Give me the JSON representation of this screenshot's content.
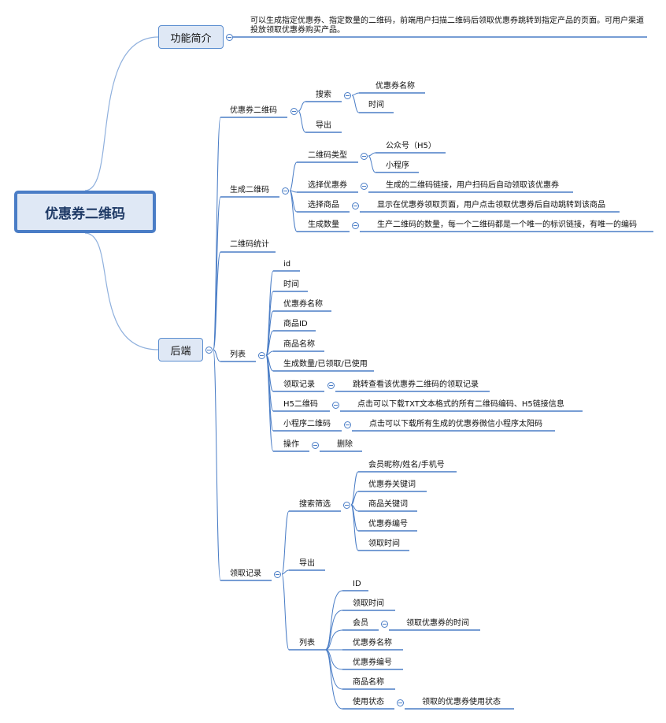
{
  "root": {
    "label": "优惠券二维码"
  },
  "intro": {
    "label": "功能简介",
    "text": "可以生成指定优惠券、指定数量的二维码，前端用户扫描二维码后领取优惠券跳转到指定产品的页面。可用户渠道投放领取优惠券购买产品。"
  },
  "backend": {
    "label": "后端",
    "coupon_qr": {
      "label": "优惠券二维码",
      "search": {
        "label": "搜索",
        "items": [
          "优惠券名称",
          "时间"
        ]
      },
      "export": "导出"
    },
    "generate": {
      "label": "生成二维码",
      "qr_type": {
        "label": "二维码类型",
        "items": [
          "公众号（H5）",
          "小程序"
        ]
      },
      "select_coupon": {
        "label": "选择优惠券",
        "note": "生成的二维码链接，用户扫码后自动领取该优惠券"
      },
      "select_product": {
        "label": "选择商品",
        "note": "显示在优惠券领取页面，用户点击领取优惠券后自动跳转到该商品"
      },
      "gen_count": {
        "label": "生成数量",
        "note": "生产二维码的数量，每一个二维码都是一个唯一的标识链接，有唯一的编码"
      }
    },
    "stats": {
      "label": "二维码统计"
    },
    "list": {
      "label": "列表",
      "items": [
        "id",
        "时间",
        "优惠券名称",
        "商品ID",
        "商品名称",
        "生成数量/已领取/已使用"
      ],
      "claim_record": {
        "label": "领取记录",
        "note": "跳转查看该优惠券二维码的领取记录"
      },
      "h5_qr": {
        "label": "H5二维码",
        "note": "点击可以下载TXT文本格式的所有二维码编码、H5链接信息"
      },
      "mini_qr": {
        "label": "小程序二维码",
        "note": "点击可以下载所有生成的优惠券微信小程序太阳码"
      },
      "action": {
        "label": "操作",
        "note": "删除"
      }
    },
    "claims": {
      "label": "领取记录",
      "filter": {
        "label": "搜索筛选",
        "items": [
          "会员昵称/姓名/手机号",
          "优惠券关键词",
          "商品关键词",
          "优惠券编号",
          "领取时间"
        ]
      },
      "export": "导出",
      "list": {
        "label": "列表",
        "items": [
          "ID",
          "领取时间"
        ],
        "member": {
          "label": "会员",
          "note": "领取优惠券的时间"
        },
        "items2": [
          "优惠券名称",
          "优惠券编号",
          "商品名称"
        ],
        "status": {
          "label": "使用状态",
          "note": "领取的优惠券使用状态"
        }
      }
    }
  },
  "colors": {
    "line": "#4a7dc6",
    "box_fill": "#dfe8f5",
    "root_border": "#4a7dc6",
    "branch": "#8fb0dd"
  }
}
